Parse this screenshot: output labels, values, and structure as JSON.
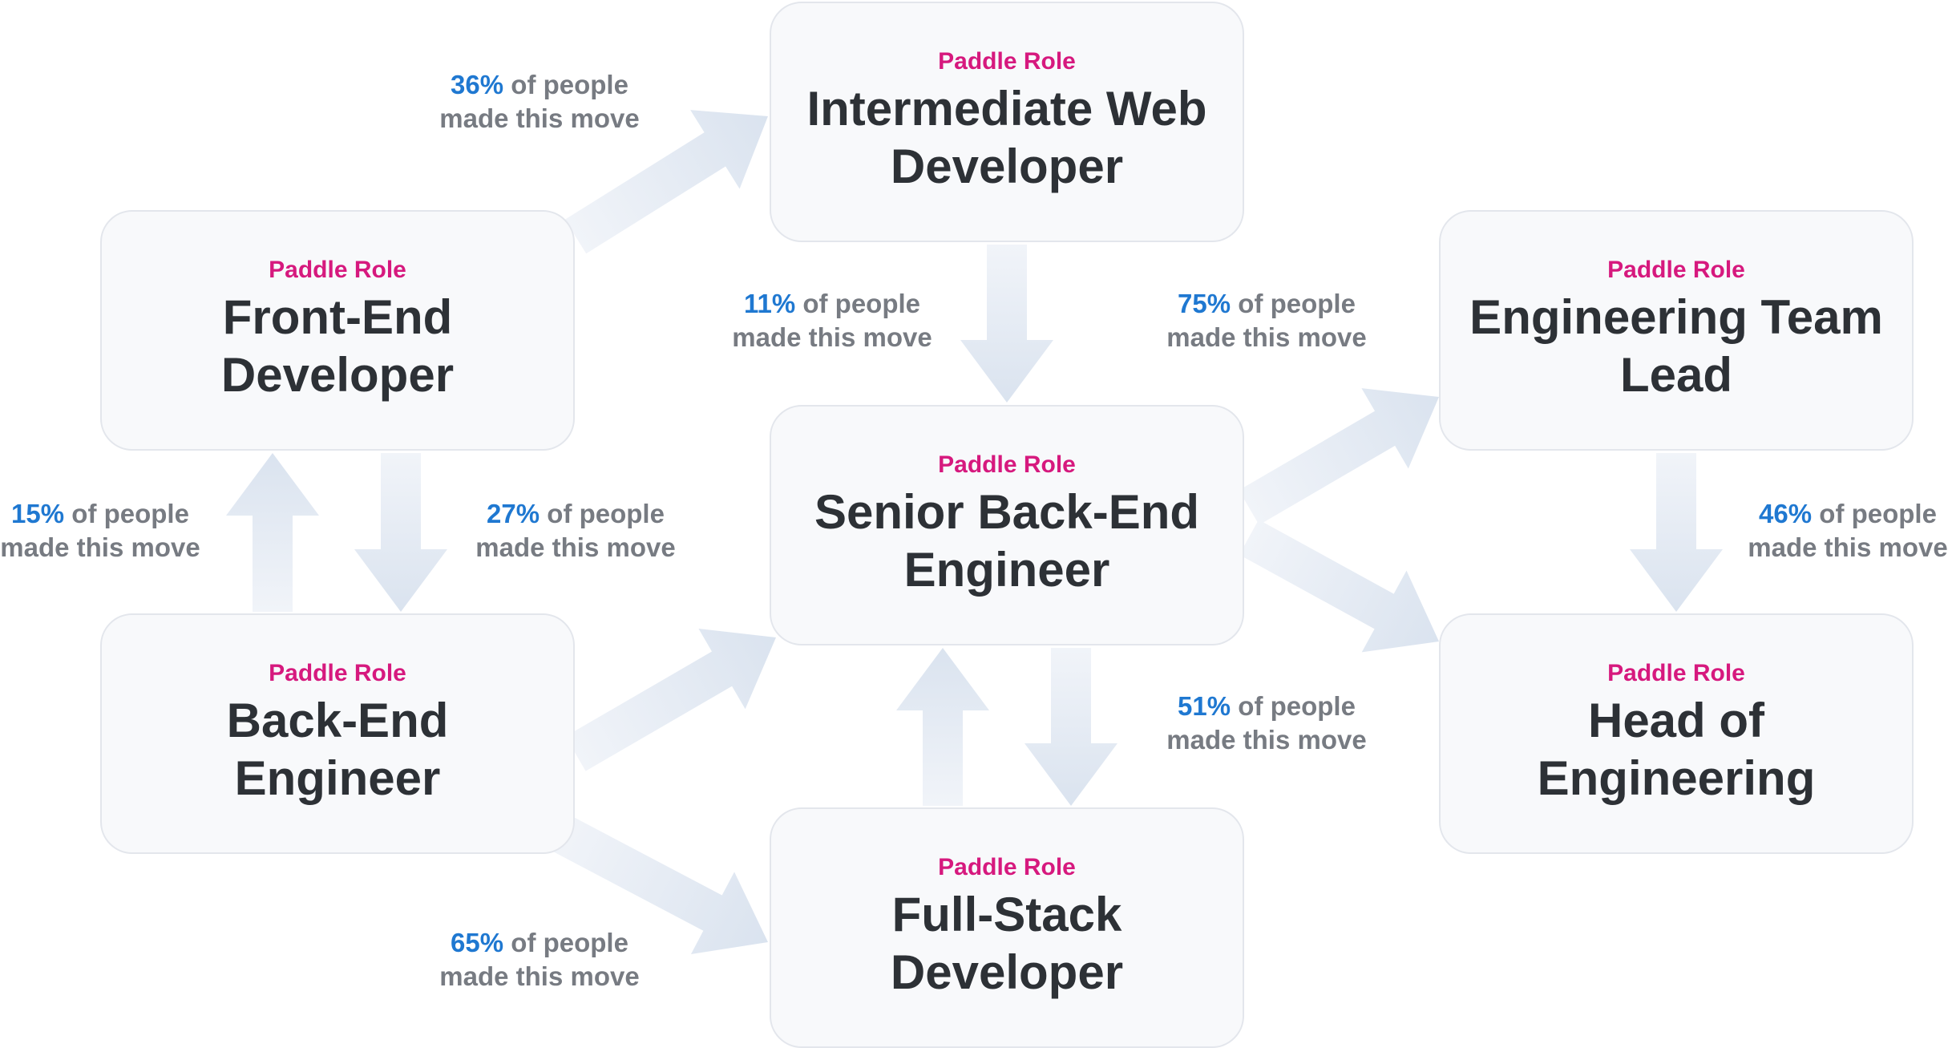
{
  "nodes": {
    "intermediate": {
      "tag": "Paddle Role",
      "title": "Intermediate Web Developer"
    },
    "frontend": {
      "tag": "Paddle Role",
      "title": "Front-End Developer"
    },
    "senior": {
      "tag": "Paddle Role",
      "title": "Senior Back-End Engineer"
    },
    "teamlead": {
      "tag": "Paddle Role",
      "title": "Engineering Team Lead"
    },
    "backend": {
      "tag": "Paddle Role",
      "title": "Back-End Engineer"
    },
    "head": {
      "tag": "Paddle Role",
      "title": "Head of Engineering"
    },
    "fullstack": {
      "tag": "Paddle Role",
      "title": "Full-Stack Developer"
    }
  },
  "moves": {
    "frontend_to_intermediate": {
      "value": "36%",
      "text": "of people",
      "line2": "made this move"
    },
    "intermediate_to_senior": {
      "value": "11%",
      "text": "of people",
      "line2": "made this move"
    },
    "senior_to_lead": {
      "value": "75%",
      "text": "of people",
      "line2": "made this move"
    },
    "backend_to_frontend": {
      "value": "15%",
      "text": "of people",
      "line2": "made this move"
    },
    "frontend_to_backend": {
      "value": "27%",
      "text": "of people",
      "line2": "made this move"
    },
    "lead_to_head": {
      "value": "46%",
      "text": "of people",
      "line2": "made this move"
    },
    "senior_to_fullstack": {
      "value": "51%",
      "text": "of people",
      "line2": "made this move"
    },
    "backend_to_fullstack": {
      "value": "65%",
      "text": "of people",
      "line2": "made this move"
    }
  },
  "colors": {
    "tag": "#d6197e",
    "percent": "#1f78d1",
    "arrow_start": "#f1f4f9",
    "arrow_end": "#dae3ef"
  }
}
